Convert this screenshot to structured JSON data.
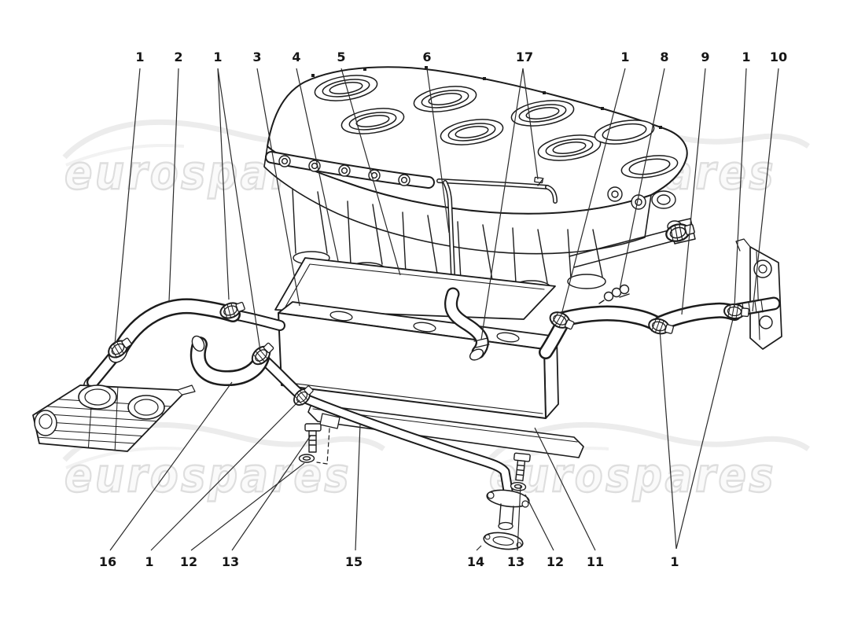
{
  "watermark": {
    "text": "eurospares"
  },
  "colors": {
    "ink": "#1c1c1c",
    "leader": "#2a2a2a",
    "watermark_stroke": "#dedede",
    "watermark_fill": "#fafafa",
    "swoosh": "#ececec",
    "background": "#ffffff"
  },
  "callouts": {
    "top": [
      {
        "label": "1"
      },
      {
        "label": "2"
      },
      {
        "label": "1"
      },
      {
        "label": "3"
      },
      {
        "label": "4"
      },
      {
        "label": "5"
      },
      {
        "label": "6"
      },
      {
        "label": "17"
      },
      {
        "label": "1"
      },
      {
        "label": "8"
      },
      {
        "label": "9"
      },
      {
        "label": "1"
      },
      {
        "label": "10"
      }
    ],
    "bottom": [
      {
        "label": "16"
      },
      {
        "label": "1"
      },
      {
        "label": "12"
      },
      {
        "label": "13"
      },
      {
        "label": "15"
      },
      {
        "label": "14"
      },
      {
        "label": "13"
      },
      {
        "label": "12"
      },
      {
        "label": "11"
      },
      {
        "label": "1"
      }
    ]
  }
}
